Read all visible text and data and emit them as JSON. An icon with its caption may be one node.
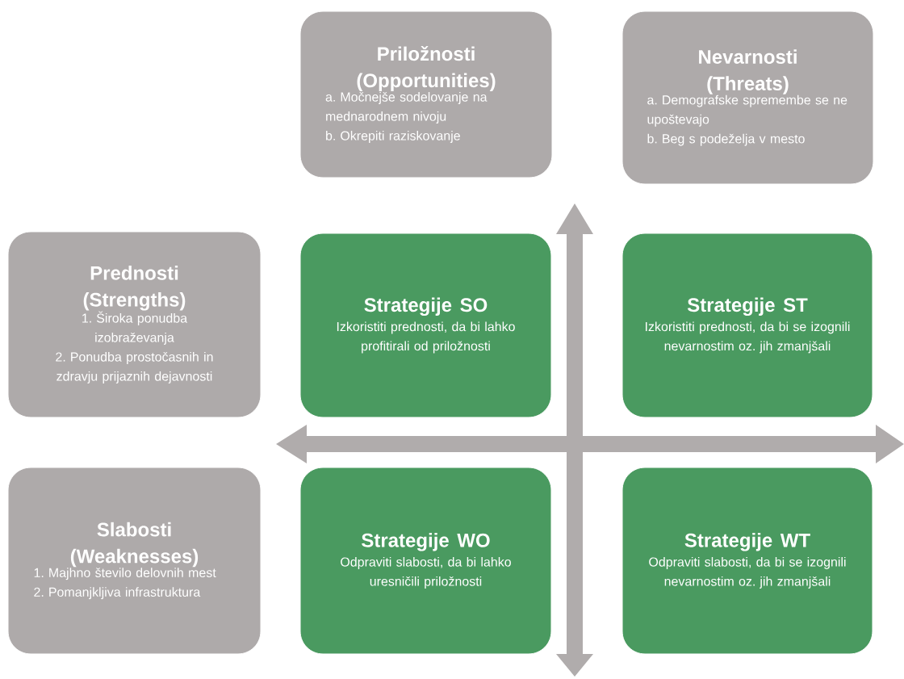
{
  "diagram": {
    "nodes": [
      {
        "text": [
          "Priložnosti (Opportunities)",
          "a. Močnejše sodelovanje na mednarodnem nivoju",
          "b. Okrepiti raziskovanje"
        ]
      },
      {
        "text": [
          "Nevarnosti (Threats)",
          "a. Demografske spremembe se ne upoštevajo",
          "b. Beg s podeželja v mesto"
        ]
      },
      {
        "text": [
          "Prednosti (Strengths)",
          "1. Široka ponudba izobraževanja",
          "2. Ponudba prostočasnih in zdravju prijaznih dejavnosti"
        ]
      },
      {
        "text": [
          "Strategije SO",
          "Izkoristiti prednosti, da bi lahko profitirali od priložnosti"
        ]
      },
      {
        "text": [
          "Strategije ST",
          "Izkoristiti prednosti, da bi se izognili nevarnostim oz. jih zmanjšali"
        ]
      },
      {
        "text": [
          "Slabosti (Weaknesses)",
          "1. Majhno število delovnih mest",
          "2. Pomanjkljiva infrastruktura"
        ]
      },
      {
        "text": [
          "Strategije WO",
          "Odpraviti slabosti, da bi lahko uresničili priložnosti"
        ]
      },
      {
        "text": [
          "Strategije WT",
          "Odpraviti slabosti, da bi se izognili nevarnostim oz. jih zmanjšali"
        ]
      }
    ]
  }
}
